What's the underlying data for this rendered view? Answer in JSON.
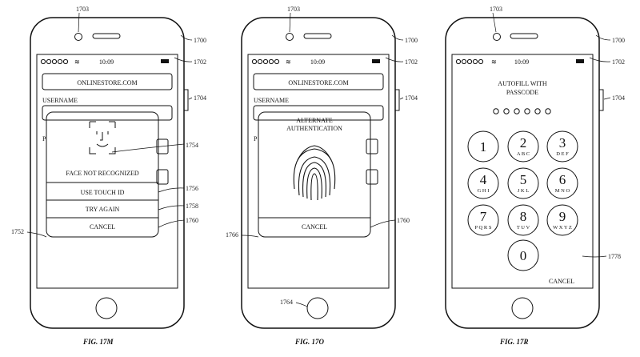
{
  "figures": [
    {
      "caption": "FIG. 17M",
      "time": "10:09",
      "url": "ONLINESTORE.COM",
      "username_label": "USERNAME",
      "password_initial": "P",
      "dialog_title": "FACE  NOT RECOGNIZED",
      "buttons": [
        "USE TOUCH ID",
        "TRY AGAIN",
        "CANCEL"
      ],
      "refs": {
        "camera": "1703",
        "device": "1700",
        "screen": "1702",
        "side_button": "1704",
        "face_icon": "1754",
        "touch_id": "1756",
        "try_again": "1758",
        "cancel": "1760",
        "dialog": "1752"
      }
    },
    {
      "caption": "FIG. 17O",
      "time": "10:09",
      "url": "ONLINESTORE.COM",
      "username_label": "USERNAME",
      "password_initial": "P",
      "dialog_title_1": "ALTERNATE",
      "dialog_title_2": "AUTHENTICATION",
      "cancel": "CANCEL",
      "refs": {
        "camera": "1703",
        "device": "1700",
        "screen": "1702",
        "side_button": "1704",
        "cancel": "1760",
        "dialog": "1766",
        "home": "1764"
      }
    },
    {
      "caption": "FIG. 17R",
      "time": "10:09",
      "title_1": "AUTOFILL WITH",
      "title_2": "PASSCODE",
      "keypad": [
        {
          "digit": "1",
          "letters": ""
        },
        {
          "digit": "2",
          "letters": "A B C"
        },
        {
          "digit": "3",
          "letters": "D E F"
        },
        {
          "digit": "4",
          "letters": "G H I"
        },
        {
          "digit": "5",
          "letters": "J K L"
        },
        {
          "digit": "6",
          "letters": "M N O"
        },
        {
          "digit": "7",
          "letters": "P Q R S"
        },
        {
          "digit": "8",
          "letters": "T U V"
        },
        {
          "digit": "9",
          "letters": "W X Y Z"
        },
        {
          "digit": "0",
          "letters": ""
        }
      ],
      "cancel": "CANCEL",
      "refs": {
        "camera": "1703",
        "device": "1700",
        "screen": "1702",
        "side_button": "1704",
        "keypad": "1778"
      }
    }
  ]
}
